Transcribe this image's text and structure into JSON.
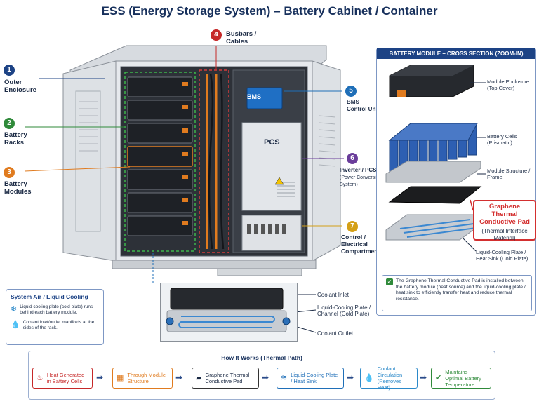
{
  "title": "ESS (Energy Storage System) – Battery Cabinet / Container",
  "colors": {
    "navy": "#1d4385",
    "green": "#2f8a3a",
    "orange": "#e07b1f",
    "red": "#c62828",
    "blue": "#1f6fb8",
    "purple": "#6a3d9a",
    "gold": "#d4a017"
  },
  "callouts": [
    {
      "num": "1",
      "label": "Outer Enclosure",
      "sub": ""
    },
    {
      "num": "2",
      "label": "Battery Racks",
      "sub": ""
    },
    {
      "num": "3",
      "label": "Battery Modules",
      "sub": ""
    },
    {
      "num": "4",
      "label": "Busbars / Cables",
      "sub": ""
    },
    {
      "num": "5",
      "label": "BMS",
      "sub": "Control Unit"
    },
    {
      "num": "6",
      "label": "Inverter / PCS",
      "sub": "(Power Conversion System)"
    },
    {
      "num": "7",
      "label": "Control / Electrical Compartment",
      "sub": ""
    }
  ],
  "cabinet": {
    "bms_label": "BMS",
    "pcs_label": "PCS"
  },
  "cooling_panel": {
    "title": "System Air / Liquid Cooling",
    "item1": "Liquid cooling plate (cold plate) runs behind each battery module.",
    "item2": "Coolant inlet/outlet manifolds at the sides of the rack."
  },
  "coolant_labels": {
    "inlet": "Coolant Inlet",
    "plate": "Liquid-Cooling Plate / Channel (Cold Plate)",
    "outlet": "Coolant Outlet"
  },
  "zoom_panel": {
    "title": "BATTERY MODULE – CROSS SECTION (ZOOM-IN)",
    "l_enclosure": "Module Enclosure (Top Cover)",
    "l_cells": "Battery Cells (Prismatic)",
    "l_frame": "Module Structure / Frame",
    "l_pad_title": "Graphene Thermal Conductive Pad",
    "l_pad_sub": "(Thermal Interface Material)",
    "l_plate": "Liquid-Cooling Plate / Heat Sink (Cold Plate)",
    "note": "The Graphene Thermal Conductive Pad is installed between the battery module (heat source) and the liquid-cooling plate / heat sink to efficiently transfer heat and reduce thermal resistance."
  },
  "thermal_path": {
    "title": "How It Works (Thermal Path)",
    "steps": [
      {
        "label": "Heat Generated in Battery Cells",
        "icon": "heat-icon",
        "color": "#c62828"
      },
      {
        "label": "Through Module Structure",
        "icon": "grid-icon",
        "color": "#e07b1f"
      },
      {
        "label": "Graphene Thermal Conductive Pad",
        "icon": "pad-icon",
        "color": "#333333"
      },
      {
        "label": "Liquid-Cooling Plate / Heat Sink",
        "icon": "wave-icon",
        "color": "#1f6fb8"
      },
      {
        "label": "Coolant Circulation (Removes Heat)",
        "icon": "drop-icon",
        "color": "#2b89c9"
      },
      {
        "label": "Maintains Optimal Battery Temperature",
        "icon": "check-icon",
        "color": "#2f8a3a"
      }
    ]
  }
}
